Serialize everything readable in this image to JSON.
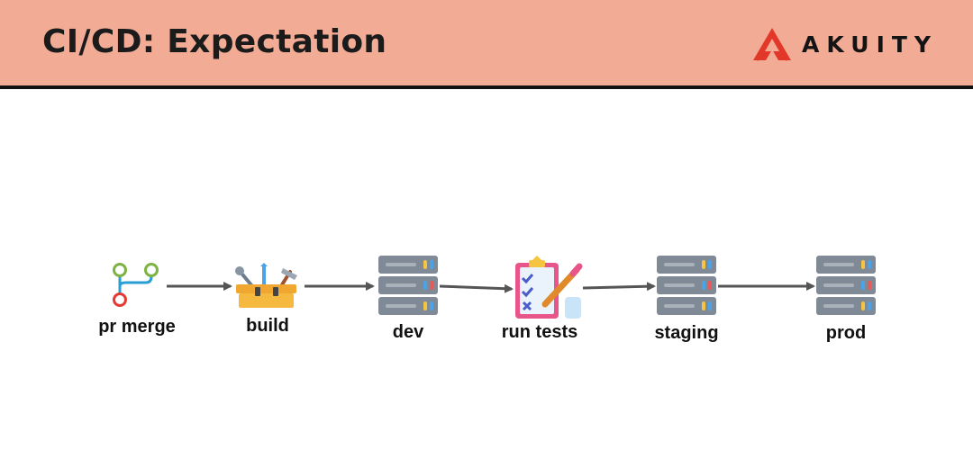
{
  "header": {
    "title": "CI/CD: Expectation",
    "brand": "AKUITY",
    "brand_color": "#e2382a",
    "background": "#f2ab94"
  },
  "pipeline": {
    "steps": [
      {
        "label": "pr merge",
        "icon": "git-merge-icon"
      },
      {
        "label": "build",
        "icon": "toolbox-icon"
      },
      {
        "label": "dev",
        "icon": "server-icon"
      },
      {
        "label": "run tests",
        "icon": "checklist-icon"
      },
      {
        "label": "staging",
        "icon": "server-icon"
      },
      {
        "label": "prod",
        "icon": "server-icon"
      }
    ],
    "arrow_color": "#555555"
  }
}
